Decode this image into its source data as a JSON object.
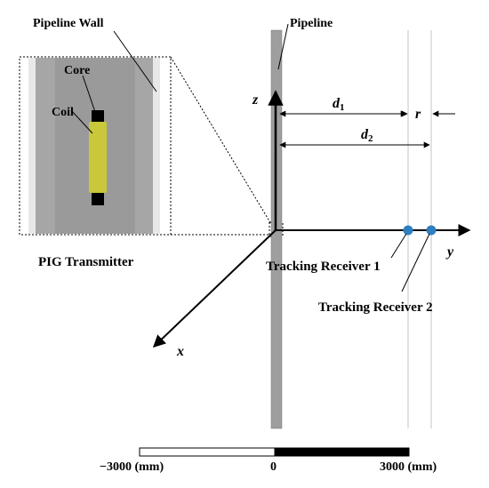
{
  "labels": {
    "pipeline_wall": "Pipeline Wall",
    "core": "Core",
    "coil": "Coil",
    "pig_transmitter": "PIG Transmitter",
    "pipeline": "Pipeline",
    "axis_z": "z",
    "axis_y": "y",
    "axis_x": "x",
    "d1": "d",
    "d1_sub": "1",
    "d2": "d",
    "d2_sub": "2",
    "r": "r",
    "tracking_receiver_1": "Tracking Receiver 1",
    "tracking_receiver_2": "Tracking Receiver 2"
  },
  "scale_bar": {
    "left_label": "−3000 (mm)",
    "mid_label": "0",
    "right_label": "3000 (mm)"
  },
  "colors": {
    "pipe_wall_light": "#e8e8e8",
    "pipe_interior": "#9a9a9a",
    "pipe_inner_band": "#adadad",
    "coil": "#c8c83a",
    "core": "#000000",
    "receiver": "#2e7fc0",
    "receiver_line": "#b8c8d0"
  }
}
